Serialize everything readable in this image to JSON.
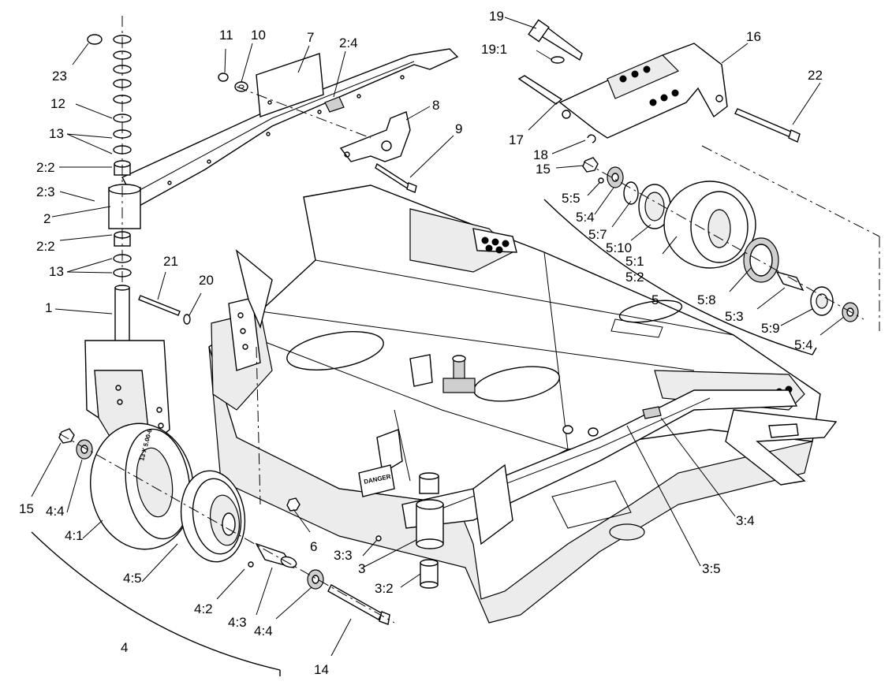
{
  "diagram": {
    "callouts": [
      {
        "id": "c23",
        "text": "23"
      },
      {
        "id": "c12",
        "text": "12"
      },
      {
        "id": "c13a",
        "text": "13"
      },
      {
        "id": "c22a",
        "text": "2:2"
      },
      {
        "id": "c23b",
        "text": "2:3"
      },
      {
        "id": "c2",
        "text": "2"
      },
      {
        "id": "c22b",
        "text": "2:2"
      },
      {
        "id": "c13b",
        "text": "13"
      },
      {
        "id": "c1",
        "text": "1"
      },
      {
        "id": "c15a",
        "text": "15"
      },
      {
        "id": "c44a",
        "text": "4:4"
      },
      {
        "id": "c41",
        "text": "4:1"
      },
      {
        "id": "c45",
        "text": "4:5"
      },
      {
        "id": "c4",
        "text": "4"
      },
      {
        "id": "c42",
        "text": "4:2"
      },
      {
        "id": "c43",
        "text": "4:3"
      },
      {
        "id": "c44b",
        "text": "4:4"
      },
      {
        "id": "c14",
        "text": "14"
      },
      {
        "id": "c11",
        "text": "11"
      },
      {
        "id": "c10",
        "text": "10"
      },
      {
        "id": "c7",
        "text": "7"
      },
      {
        "id": "c24",
        "text": "2:4"
      },
      {
        "id": "c8",
        "text": "8"
      },
      {
        "id": "c9",
        "text": "9"
      },
      {
        "id": "c21",
        "text": "21"
      },
      {
        "id": "c20",
        "text": "20"
      },
      {
        "id": "c6",
        "text": "6"
      },
      {
        "id": "c33",
        "text": "3:3"
      },
      {
        "id": "c3",
        "text": "3"
      },
      {
        "id": "c32",
        "text": "3:2"
      },
      {
        "id": "c35",
        "text": "3:5"
      },
      {
        "id": "c34",
        "text": "3:4"
      },
      {
        "id": "c19",
        "text": "19"
      },
      {
        "id": "c191",
        "text": "19:1"
      },
      {
        "id": "c16",
        "text": "16"
      },
      {
        "id": "c22",
        "text": "22"
      },
      {
        "id": "c17",
        "text": "17"
      },
      {
        "id": "c18",
        "text": "18"
      },
      {
        "id": "c15b",
        "text": "15"
      },
      {
        "id": "c55",
        "text": "5:5"
      },
      {
        "id": "c54a",
        "text": "5:4"
      },
      {
        "id": "c57",
        "text": "5:7"
      },
      {
        "id": "c510",
        "text": "5:10"
      },
      {
        "id": "c51",
        "text": "5:1"
      },
      {
        "id": "c52",
        "text": "5:2"
      },
      {
        "id": "c5",
        "text": "5"
      },
      {
        "id": "c58",
        "text": "5:8"
      },
      {
        "id": "c53",
        "text": "5:3"
      },
      {
        "id": "c59",
        "text": "5:9"
      },
      {
        "id": "c54b",
        "text": "5:4"
      }
    ],
    "decals": {
      "danger": "DANGER",
      "tire_size": "13 X 5.00-6"
    }
  }
}
